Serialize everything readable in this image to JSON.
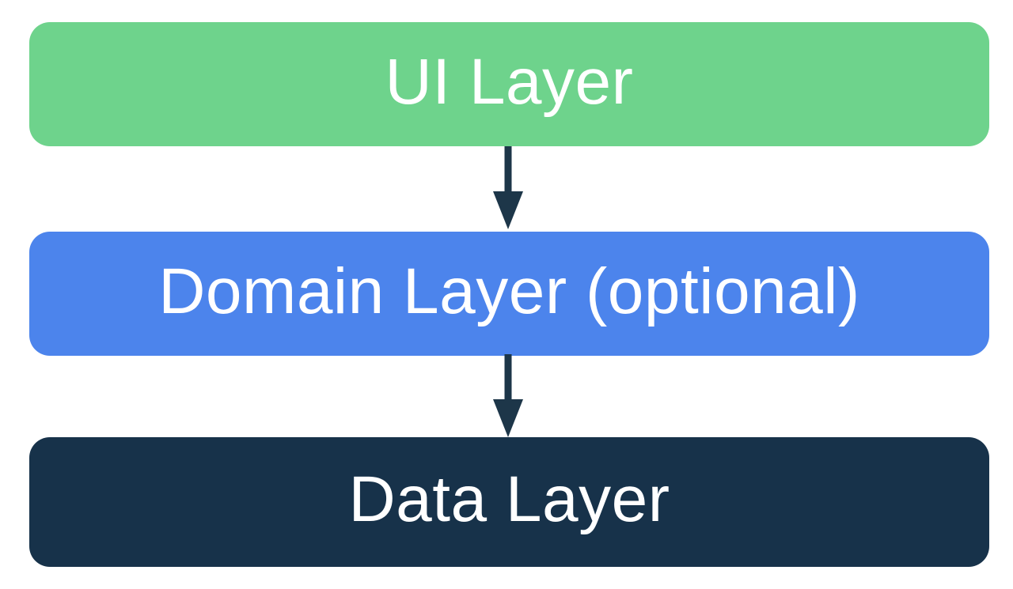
{
  "diagram": {
    "background_color": "#ffffff",
    "boxes": [
      {
        "label": "UI Layer",
        "fill": "#6ED38C",
        "text_color": "#ffffff"
      },
      {
        "label": "Domain Layer (optional)",
        "fill": "#4C84EC",
        "text_color": "#ffffff"
      },
      {
        "label": "Data Layer",
        "fill": "#17324A",
        "text_color": "#ffffff"
      }
    ],
    "arrows": [
      {
        "direction": "down",
        "from_label": "UI Layer",
        "to_label": "Domain Layer (optional)",
        "color": "#1D3649"
      },
      {
        "direction": "down",
        "from_label": "Domain Layer (optional)",
        "to_label": "Data Layer",
        "color": "#1D3649"
      }
    ]
  }
}
